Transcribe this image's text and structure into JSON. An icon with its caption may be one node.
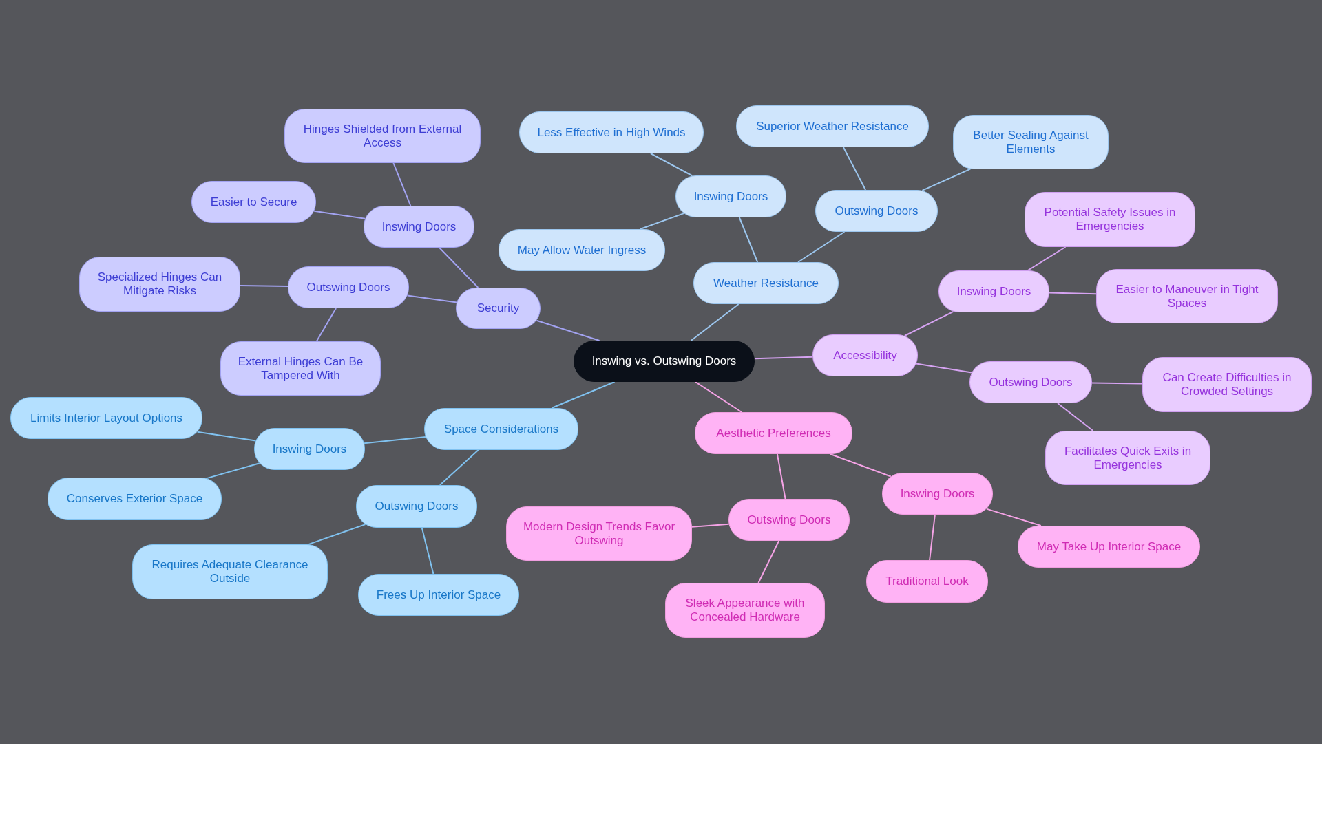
{
  "diagram": {
    "nodes": [
      {
        "text": [
          "Inswing vs. Outswing Doors"
        ]
      },
      {
        "text": [
          "Security"
        ]
      },
      {
        "text": [
          "Inswing Doors"
        ]
      },
      {
        "text": [
          "Hinges Shielded from External Access"
        ]
      },
      {
        "text": [
          "Easier to Secure"
        ]
      },
      {
        "text": [
          "Outswing Doors"
        ]
      },
      {
        "text": [
          "Specialized Hinges Can Mitigate Risks"
        ]
      },
      {
        "text": [
          "External Hinges Can Be Tampered With"
        ]
      },
      {
        "text": [
          "Weather Resistance"
        ]
      },
      {
        "text": [
          "Inswing Doors"
        ]
      },
      {
        "text": [
          "Less Effective in High Winds"
        ]
      },
      {
        "text": [
          "May Allow Water Ingress"
        ]
      },
      {
        "text": [
          "Outswing Doors"
        ]
      },
      {
        "text": [
          "Superior Weather Resistance"
        ]
      },
      {
        "text": [
          "Better Sealing Against Elements"
        ]
      },
      {
        "text": [
          "Accessibility"
        ]
      },
      {
        "text": [
          "Inswing Doors"
        ]
      },
      {
        "text": [
          "Potential Safety Issues in Emergencies"
        ]
      },
      {
        "text": [
          "Easier to Maneuver in Tight Spaces"
        ]
      },
      {
        "text": [
          "Outswing Doors"
        ]
      },
      {
        "text": [
          "Can Create Difficulties in Crowded Settings"
        ]
      },
      {
        "text": [
          "Facilitates Quick Exits in Emergencies"
        ]
      },
      {
        "text": [
          "Aesthetic Preferences"
        ]
      },
      {
        "text": [
          "Inswing Doors"
        ]
      },
      {
        "text": [
          "Traditional Look"
        ]
      },
      {
        "text": [
          "May Take Up Interior Space"
        ]
      },
      {
        "text": [
          "Outswing Doors"
        ]
      },
      {
        "text": [
          "Modern Design Trends Favor Outswing"
        ]
      },
      {
        "text": [
          "Sleek Appearance with Concealed Hardware"
        ]
      },
      {
        "text": [
          "Space Considerations"
        ]
      },
      {
        "text": [
          "Inswing Doors"
        ]
      },
      {
        "text": [
          "Limits Interior Layout Options"
        ]
      },
      {
        "text": [
          "Conserves Exterior Space"
        ]
      },
      {
        "text": [
          "Outswing Doors"
        ]
      },
      {
        "text": [
          "Requires Adequate Clearance Outside"
        ]
      },
      {
        "text": [
          "Frees Up Interior Space"
        ]
      }
    ],
    "edges": [
      {
        "from": 0,
        "to": 1,
        "arrow": "none",
        "color": "#a3a3f2"
      },
      {
        "from": 1,
        "to": 2,
        "arrow": "none",
        "color": "#a3a3f2"
      },
      {
        "from": 2,
        "to": 3,
        "arrow": "none",
        "color": "#a3a3f2"
      },
      {
        "from": 2,
        "to": 4,
        "arrow": "none",
        "color": "#a3a3f2"
      },
      {
        "from": 1,
        "to": 5,
        "arrow": "none",
        "color": "#a3a3f2"
      },
      {
        "from": 5,
        "to": 6,
        "arrow": "none",
        "color": "#a3a3f2"
      },
      {
        "from": 5,
        "to": 7,
        "arrow": "none",
        "color": "#a3a3f2"
      },
      {
        "from": 0,
        "to": 8,
        "arrow": "none",
        "color": "#9cc6ee"
      },
      {
        "from": 8,
        "to": 9,
        "arrow": "none",
        "color": "#9cc6ee"
      },
      {
        "from": 9,
        "to": 10,
        "arrow": "none",
        "color": "#9cc6ee"
      },
      {
        "from": 9,
        "to": 11,
        "arrow": "none",
        "color": "#9cc6ee"
      },
      {
        "from": 8,
        "to": 12,
        "arrow": "none",
        "color": "#9cc6ee"
      },
      {
        "from": 12,
        "to": 13,
        "arrow": "none",
        "color": "#9cc6ee"
      },
      {
        "from": 12,
        "to": 14,
        "arrow": "none",
        "color": "#9cc6ee"
      },
      {
        "from": 0,
        "to": 15,
        "arrow": "none",
        "color": "#d6a3f2"
      },
      {
        "from": 15,
        "to": 16,
        "arrow": "none",
        "color": "#d6a3f2"
      },
      {
        "from": 16,
        "to": 17,
        "arrow": "none",
        "color": "#d6a3f2"
      },
      {
        "from": 16,
        "to": 18,
        "arrow": "none",
        "color": "#d6a3f2"
      },
      {
        "from": 15,
        "to": 19,
        "arrow": "none",
        "color": "#d6a3f2"
      },
      {
        "from": 19,
        "to": 20,
        "arrow": "none",
        "color": "#d6a3f2"
      },
      {
        "from": 19,
        "to": 21,
        "arrow": "none",
        "color": "#d6a3f2"
      },
      {
        "from": 0,
        "to": 22,
        "arrow": "none",
        "color": "#f5a3e6"
      },
      {
        "from": 22,
        "to": 23,
        "arrow": "none",
        "color": "#f5a3e6"
      },
      {
        "from": 23,
        "to": 24,
        "arrow": "none",
        "color": "#f5a3e6"
      },
      {
        "from": 23,
        "to": 25,
        "arrow": "none",
        "color": "#f5a3e6"
      },
      {
        "from": 22,
        "to": 26,
        "arrow": "none",
        "color": "#f5a3e6"
      },
      {
        "from": 26,
        "to": 27,
        "arrow": "none",
        "color": "#f5a3e6"
      },
      {
        "from": 26,
        "to": 28,
        "arrow": "none",
        "color": "#f5a3e6"
      },
      {
        "from": 0,
        "to": 29,
        "arrow": "none",
        "color": "#80c2f0"
      },
      {
        "from": 29,
        "to": 30,
        "arrow": "none",
        "color": "#80c2f0"
      },
      {
        "from": 30,
        "to": 31,
        "arrow": "none",
        "color": "#80c2f0"
      },
      {
        "from": 30,
        "to": 32,
        "arrow": "none",
        "color": "#80c2f0"
      },
      {
        "from": 29,
        "to": 33,
        "arrow": "none",
        "color": "#80c2f0"
      },
      {
        "from": 33,
        "to": 34,
        "arrow": "none",
        "color": "#80c2f0"
      },
      {
        "from": 33,
        "to": 35,
        "arrow": "none",
        "color": "#80c2f0"
      }
    ]
  }
}
